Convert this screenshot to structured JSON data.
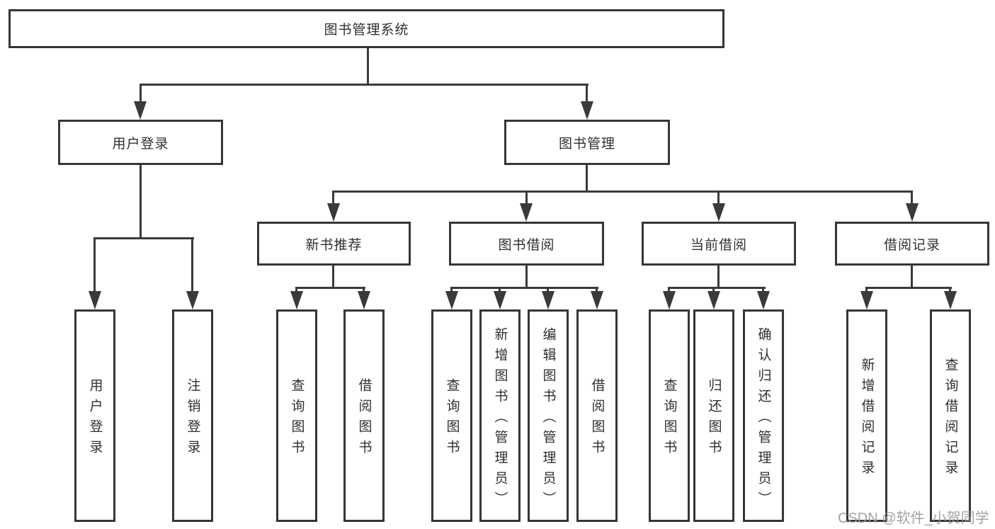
{
  "tree": {
    "root": {
      "label": "图书管理系统",
      "children": [
        {
          "label": "用户登录",
          "children": [
            {
              "label": "用户登录"
            },
            {
              "label": "注销登录"
            }
          ]
        },
        {
          "label": "图书管理",
          "children": [
            {
              "label": "新书推荐",
              "children": [
                {
                  "label": "查询图书"
                },
                {
                  "label": "借阅图书"
                }
              ]
            },
            {
              "label": "图书借阅",
              "children": [
                {
                  "label": "查询图书"
                },
                {
                  "label": "新增图书（管理员）"
                },
                {
                  "label": "编辑图书（管理员）"
                },
                {
                  "label": "借阅图书"
                }
              ]
            },
            {
              "label": "当前借阅",
              "children": [
                {
                  "label": "查询图书"
                },
                {
                  "label": "归还图书"
                },
                {
                  "label": "确认归还（管理员）"
                }
              ]
            },
            {
              "label": "借阅记录",
              "children": [
                {
                  "label": "新增借阅记录"
                },
                {
                  "label": "查询借阅记录"
                }
              ]
            }
          ]
        }
      ]
    }
  },
  "watermark": {
    "text": "CSDN @软件_小贺同学",
    "color": "#9c9c9c"
  },
  "colors": {
    "background": "#ffffff",
    "box_border": "#363636",
    "line": "#3a3a3a",
    "text": "#2f2f2f"
  }
}
